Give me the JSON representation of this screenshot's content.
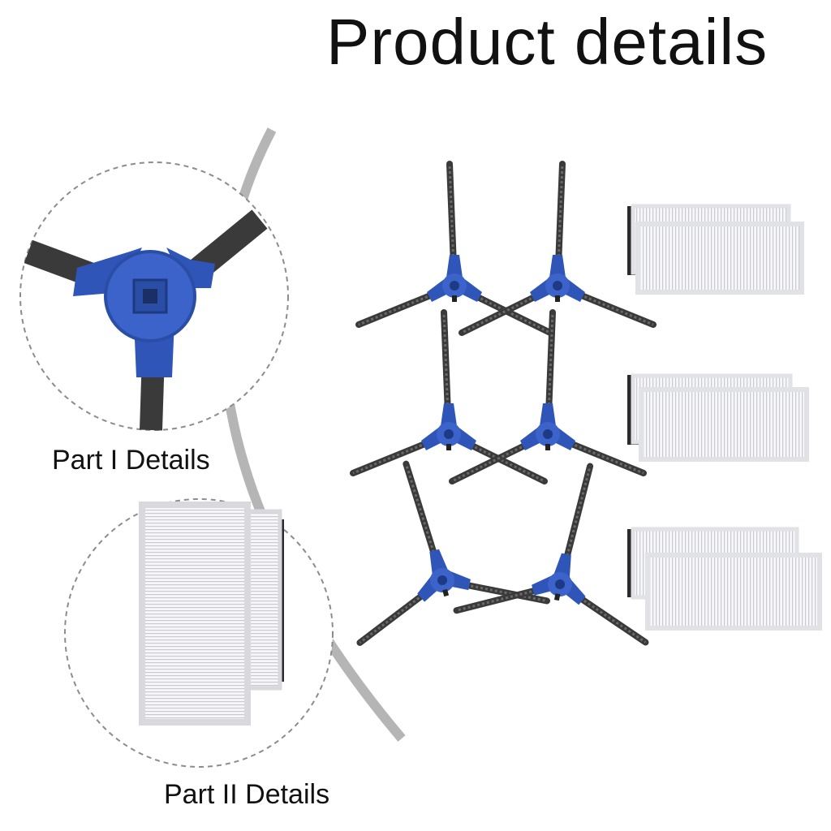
{
  "page": {
    "title": "Product details",
    "captions": {
      "part1": "Part I Details",
      "part2": "Part II Details"
    }
  },
  "colors": {
    "brush_hub": "#2f55b8",
    "brush_bristle": "#3a3a3a",
    "filter_face": "#f3f4f6",
    "filter_backing": "#2b2b2b",
    "guide_arc": "#a8a8a8"
  }
}
